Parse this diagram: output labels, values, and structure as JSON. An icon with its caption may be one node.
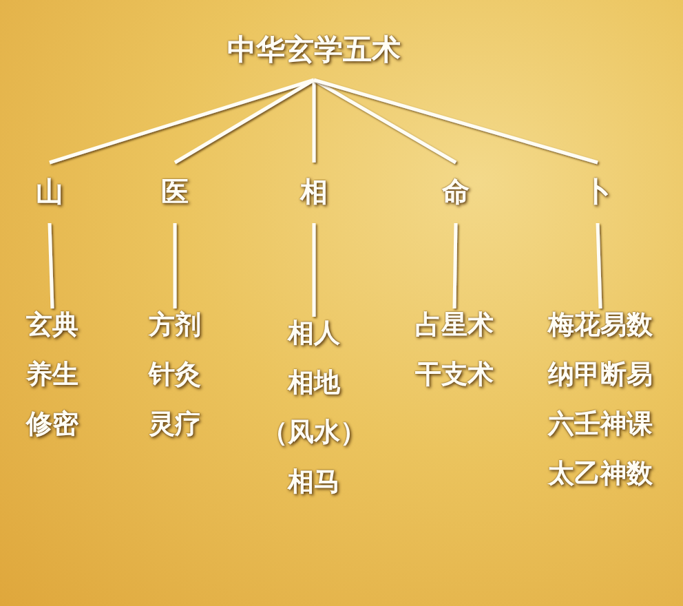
{
  "diagram": {
    "nodes": [
      {
        "text": [
          "中华玄学五术"
        ]
      },
      {
        "text": [
          "山"
        ]
      },
      {
        "text": [
          "医"
        ]
      },
      {
        "text": [
          "相"
        ]
      },
      {
        "text": [
          "命"
        ]
      },
      {
        "text": [
          "卜"
        ]
      },
      {
        "text": [
          "玄典",
          "养生",
          "修密"
        ]
      },
      {
        "text": [
          "方剂",
          "针灸",
          "灵疗"
        ]
      },
      {
        "text": [
          "相人",
          "相地",
          "（风水）",
          "相马"
        ]
      },
      {
        "text": [
          "占星术",
          "干支术"
        ]
      },
      {
        "text": [
          "梅花易数",
          "纳甲断易",
          "六壬神课",
          "太乙神数"
        ]
      }
    ],
    "edges": [
      {
        "from": 0,
        "to": 1,
        "arrow": "none"
      },
      {
        "from": 0,
        "to": 2,
        "arrow": "none"
      },
      {
        "from": 0,
        "to": 3,
        "arrow": "none"
      },
      {
        "from": 0,
        "to": 4,
        "arrow": "none"
      },
      {
        "from": 0,
        "to": 5,
        "arrow": "none"
      },
      {
        "from": 1,
        "to": 6,
        "arrow": "none"
      },
      {
        "from": 2,
        "to": 7,
        "arrow": "none"
      },
      {
        "from": 3,
        "to": 8,
        "arrow": "none"
      },
      {
        "from": 4,
        "to": 9,
        "arrow": "none"
      },
      {
        "from": 5,
        "to": 10,
        "arrow": "none"
      }
    ]
  }
}
